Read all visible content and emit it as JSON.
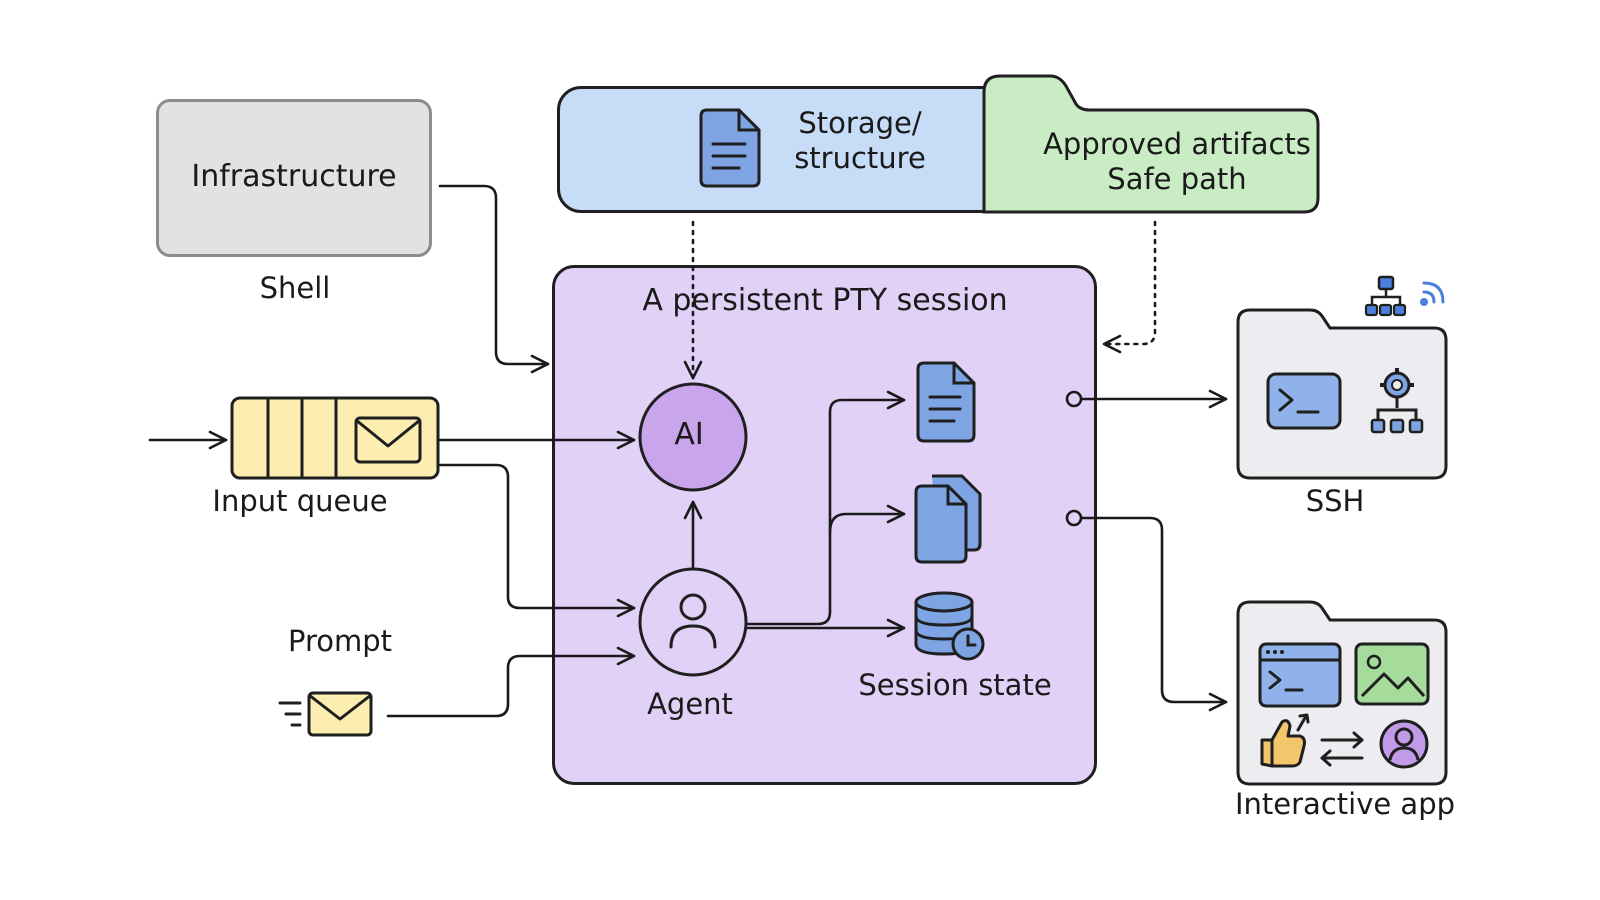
{
  "diagram": {
    "infrastructure": {
      "label": "Infrastructure",
      "caption": "Shell"
    },
    "storage": {
      "label_line1": "Storage/",
      "label_line2": "structure"
    },
    "approved": {
      "label_line1": "Approved artifacts",
      "label_line2": "Safe path"
    },
    "session": {
      "title": "A persistent PTY session",
      "ai_label": "AI",
      "agent_label": "Agent",
      "session_state_label": "Session state"
    },
    "input_queue": {
      "label": "Input queue"
    },
    "prompt": {
      "label": "Prompt"
    },
    "ssh": {
      "label": "SSH"
    },
    "interactive_app": {
      "label": "Interactive app"
    }
  },
  "colors": {
    "infra_fill": "#e2e2e2",
    "storage_fill": "#c7dcf6",
    "approved_fill": "#c9ecc4",
    "session_fill": "#e1d1f7",
    "ai_fill": "#c9a6ec",
    "queue_fill": "#fbeeb0",
    "doc_icon_fill": "#7fa4e4",
    "panel_fill": "#ececf1",
    "terminal_fill": "#8fb2ea",
    "image_fill": "#a5dc9b",
    "avatar_fill": "#c29be8",
    "thumb_fill": "#f2c66b",
    "network_fill": "#4a7fdc"
  }
}
